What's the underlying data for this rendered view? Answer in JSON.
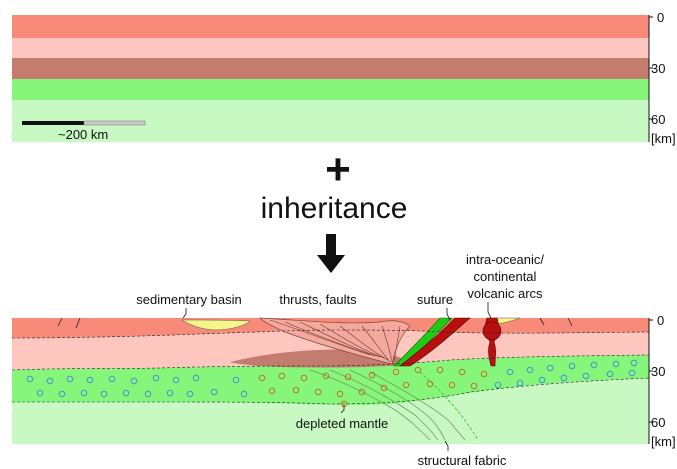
{
  "top_panel": {
    "depth_ticks": [
      "0",
      "30",
      "60"
    ],
    "depth_unit": "[km]",
    "scale_bar_label": "~200 km",
    "layer_colors": [
      "#f78a78",
      "#fdc7c0",
      "#c47c6f",
      "#86f67a",
      "#c9f9c2"
    ]
  },
  "plus_symbol": "+",
  "inheritance_label": "inheritance",
  "arrow_icon": "down-arrow-icon",
  "bottom_panel": {
    "depth_ticks": [
      "0",
      "30",
      "60"
    ],
    "depth_unit": "[km]",
    "labels": {
      "sedimentary_basin": "sedimentary basin",
      "thrusts_faults": "thrusts, faults",
      "suture": "suture",
      "arcs_line1": "intra-oceanic/",
      "arcs_line2": "continental",
      "arcs_line3": "volcanic arcs",
      "depleted_mantle": "depleted mantle",
      "structural_fabric": "structural fabric"
    },
    "colors": {
      "upper_crust": "#f78a78",
      "lower_crust": "#fdc7c0",
      "dense_body": "#c47c6f",
      "lithospheric_mantle": "#86f67a",
      "asthenosphere": "#c9f9c2",
      "sediment": "#f6f58a",
      "suture_green": "#1fcc14",
      "arc_red": "#b80f0f"
    }
  }
}
